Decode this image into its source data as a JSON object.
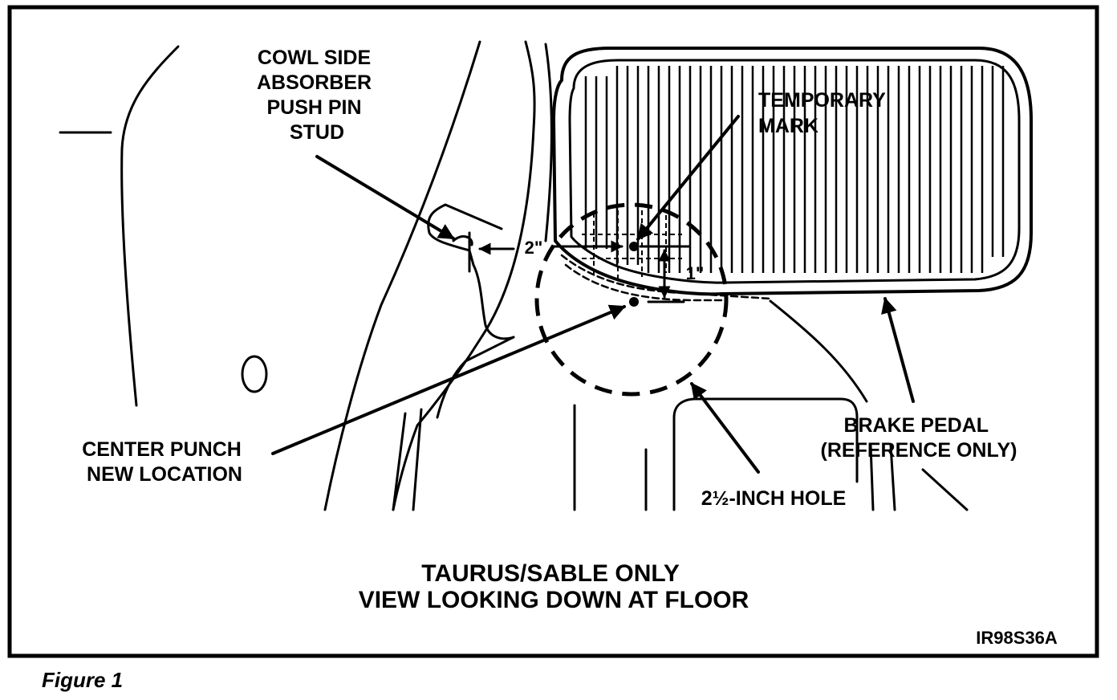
{
  "labels": {
    "cowl": [
      "COWL SIDE",
      "ABSORBER",
      "PUSH PIN",
      "STUD"
    ],
    "temporary_mark": [
      "TEMPORARY",
      "MARK"
    ],
    "dim_two": "2\"",
    "dim_one": "1\"",
    "center_punch": [
      "CENTER PUNCH",
      "NEW LOCATION"
    ],
    "brake_pedal": [
      "BRAKE PEDAL",
      "(REFERENCE ONLY)"
    ],
    "hole": "2½-INCH HOLE",
    "title": [
      "TAURUS/SABLE ONLY",
      "VIEW LOOKING DOWN AT FLOOR"
    ],
    "code": "IR98S36A"
  },
  "caption": "Figure 1"
}
